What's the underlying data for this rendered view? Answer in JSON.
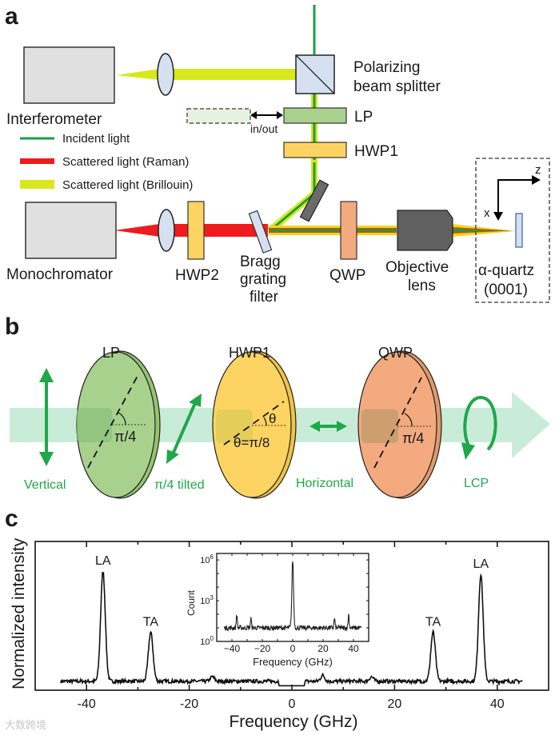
{
  "panels": {
    "a": {
      "label": "a",
      "components": {
        "interferometer": "Interferometer",
        "monochromator": "Monochromator",
        "pbs_line1": "Polarizing",
        "pbs_line2": "beam splitter",
        "lp": "LP",
        "hwp1": "HWP1",
        "hwp2": "HWP2",
        "bragg_line1": "Bragg",
        "bragg_line2": "grating",
        "bragg_line3": "filter",
        "qwp": "QWP",
        "objective_line1": "Objective",
        "objective_line2": "lens",
        "sample_line1": "α-quartz",
        "sample_line2": "(0001)",
        "in_out": "in/out",
        "axis_z": "z",
        "axis_x": "x"
      },
      "legend": [
        {
          "label": "Incident light",
          "color": "#1a9e4a"
        },
        {
          "label": "Scattered light (Raman)",
          "color": "#ee1c1c"
        },
        {
          "label": "Scattered light (Brillouin)",
          "color": "#d7e81c"
        }
      ]
    },
    "b": {
      "label": "b",
      "elements": [
        {
          "name": "LP",
          "angle": "π/4",
          "color": "#9fcf7a"
        },
        {
          "name": "HWP1",
          "angle": "θ=π/8",
          "theta": "θ",
          "color": "#fbd55a"
        },
        {
          "name": "QWP",
          "angle": "π/4",
          "color": "#f2aa7e"
        }
      ],
      "polarization_states": [
        "Vertical",
        "π/4 tilted",
        "Horizontal",
        "LCP"
      ],
      "accent_color": "#1fa84a"
    },
    "c": {
      "label": "c"
    }
  },
  "chart_data": [
    {
      "type": "line",
      "title": "",
      "xlabel": "Frequency (GHz)",
      "ylabel": "Normalized intensity",
      "xlim": [
        -50,
        50
      ],
      "xticks": [
        -40,
        -20,
        0,
        20,
        40
      ],
      "xtick_labels": [
        "-40",
        "-20",
        "0",
        "20",
        "40"
      ],
      "ylim": [
        0,
        1.0
      ],
      "yticks": [],
      "grid": false,
      "annotations": [
        {
          "text": "LA",
          "x": -36.8,
          "y": 0.8
        },
        {
          "text": "TA",
          "x": -27.5,
          "y": 0.39
        },
        {
          "text": "TA",
          "x": 27.5,
          "y": 0.39
        },
        {
          "text": "LA",
          "x": 36.8,
          "y": 0.78
        }
      ],
      "peaks": [
        {
          "x": -36.8,
          "y": 0.8
        },
        {
          "x": -27.5,
          "y": 0.39
        },
        {
          "x": -15.5,
          "y": 0.09
        },
        {
          "x": 6.0,
          "y": 0.1
        },
        {
          "x": 15.5,
          "y": 0.09
        },
        {
          "x": 27.5,
          "y": 0.39
        },
        {
          "x": 36.8,
          "y": 0.78
        }
      ],
      "baseline": 0.06,
      "gap": {
        "from": -2.5,
        "to": 2.5,
        "y": 0.03
      },
      "data_range": [
        -45,
        45
      ]
    },
    {
      "type": "line",
      "title": "",
      "xlabel": "Frequency (GHz)",
      "ylabel": "Count",
      "xlim": [
        -50,
        50
      ],
      "xticks": [
        -40,
        -20,
        0,
        20,
        40
      ],
      "xtick_labels": [
        "-40",
        "-20",
        "0",
        "20",
        "40"
      ],
      "yscale": "log",
      "ylim": [
        1,
        3000000
      ],
      "yticks": [
        1,
        1000,
        1000000
      ],
      "ytick_labels": [
        "10^0",
        "10^3",
        "10^6"
      ],
      "peaks": [
        {
          "x": -36.8,
          "y": 100
        },
        {
          "x": -27.5,
          "y": 50
        },
        {
          "x": 0,
          "y": 1000000
        },
        {
          "x": 27.5,
          "y": 50
        },
        {
          "x": 36.8,
          "y": 100
        }
      ],
      "baseline": 10,
      "data_range": [
        -45,
        45
      ],
      "legend": "none"
    }
  ],
  "watermark": "大数跨境"
}
